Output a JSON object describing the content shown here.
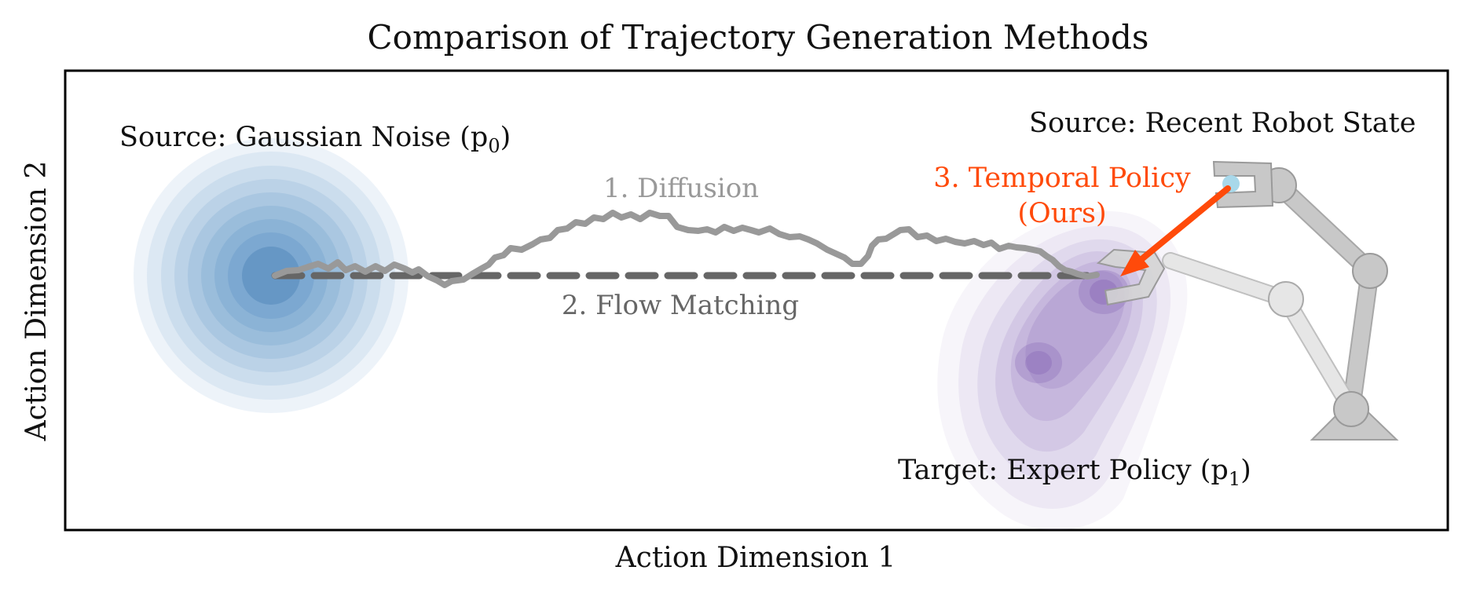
{
  "figure": {
    "title": "Comparison of Trajectory Generation Methods",
    "x_axis_label": "Action Dimension 1",
    "y_axis_label": "Action Dimension 2"
  },
  "annotations": {
    "source_noise": {
      "text": "Source: Gaussian Noise (p",
      "subscript": "0",
      "suffix": ")"
    },
    "source_robot": "Source: Recent Robot State",
    "diffusion": "1. Diffusion",
    "flow_matching": "2. Flow Matching",
    "temporal_policy_line1": "3. Temporal Policy",
    "temporal_policy_line2": "(Ours)",
    "target": {
      "text": "Target: Expert Policy (p",
      "subscript": "1",
      "suffix": ")"
    }
  },
  "colors": {
    "gaussian": "#4a86c0",
    "expert_policy": "#7a56b0",
    "diffusion_path": "#999999",
    "flow_path": "#666666",
    "ours_arrow": "#ff4a0a",
    "robot_fill": "#c8c8c8",
    "robot_light": "#e6e6e6",
    "robot_sensor": "#a8d8ea"
  },
  "icons": [
    "gaussian-contour",
    "expert-policy-contour",
    "robot-arm-icon",
    "robot-sensor-icon"
  ]
}
